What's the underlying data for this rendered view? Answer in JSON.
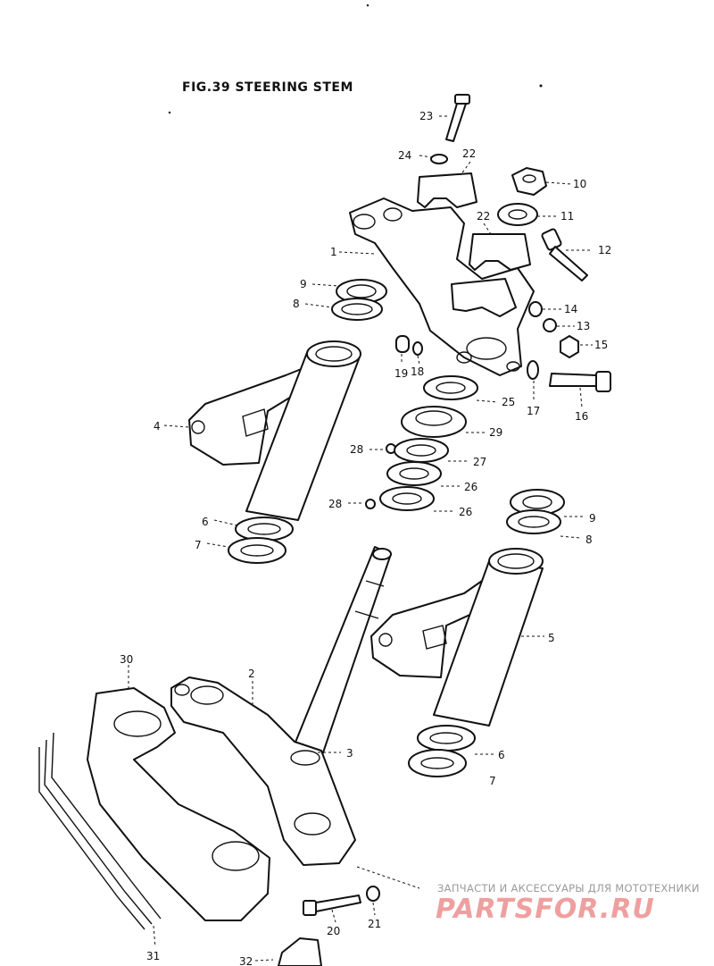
{
  "figure": {
    "title": "FIG.39  STEERING STEM"
  },
  "callouts": [
    {
      "id": "c23",
      "label": "23"
    },
    {
      "id": "c24",
      "label": "24"
    },
    {
      "id": "c22a",
      "label": "22"
    },
    {
      "id": "c10",
      "label": "10"
    },
    {
      "id": "c11",
      "label": "11"
    },
    {
      "id": "c22b",
      "label": "22"
    },
    {
      "id": "c12",
      "label": "12"
    },
    {
      "id": "c1",
      "label": "1"
    },
    {
      "id": "c9a",
      "label": "9"
    },
    {
      "id": "c8a",
      "label": "8"
    },
    {
      "id": "c14",
      "label": "14"
    },
    {
      "id": "c13",
      "label": "13"
    },
    {
      "id": "c15",
      "label": "15"
    },
    {
      "id": "c19",
      "label": "19"
    },
    {
      "id": "c18",
      "label": "18"
    },
    {
      "id": "c17",
      "label": "17"
    },
    {
      "id": "c16",
      "label": "16"
    },
    {
      "id": "c25",
      "label": "25"
    },
    {
      "id": "c29",
      "label": "29"
    },
    {
      "id": "c4",
      "label": "4"
    },
    {
      "id": "c28a",
      "label": "28"
    },
    {
      "id": "c27",
      "label": "27"
    },
    {
      "id": "c26a",
      "label": "26"
    },
    {
      "id": "c28b",
      "label": "28"
    },
    {
      "id": "c26b",
      "label": "26"
    },
    {
      "id": "c6a",
      "label": "6"
    },
    {
      "id": "c7a",
      "label": "7"
    },
    {
      "id": "c9b",
      "label": "9"
    },
    {
      "id": "c8b",
      "label": "8"
    },
    {
      "id": "c5",
      "label": "5"
    },
    {
      "id": "c30",
      "label": "30"
    },
    {
      "id": "c2",
      "label": "2"
    },
    {
      "id": "c3",
      "label": "3"
    },
    {
      "id": "c6b",
      "label": "6"
    },
    {
      "id": "c7b",
      "label": "7"
    },
    {
      "id": "c20",
      "label": "20"
    },
    {
      "id": "c21",
      "label": "21"
    },
    {
      "id": "c31",
      "label": "31"
    },
    {
      "id": "c32",
      "label": "32"
    }
  ],
  "watermark": {
    "tagline": "ЗАПЧАСТИ И АКСЕССУАРЫ ДЛЯ МОТОТЕХНИКИ",
    "brand": "PARTSFOR.RU"
  },
  "colors": {
    "ink": "#111111",
    "watermark_red": "#e05050",
    "watermark_gray": "#9a9a9a"
  }
}
